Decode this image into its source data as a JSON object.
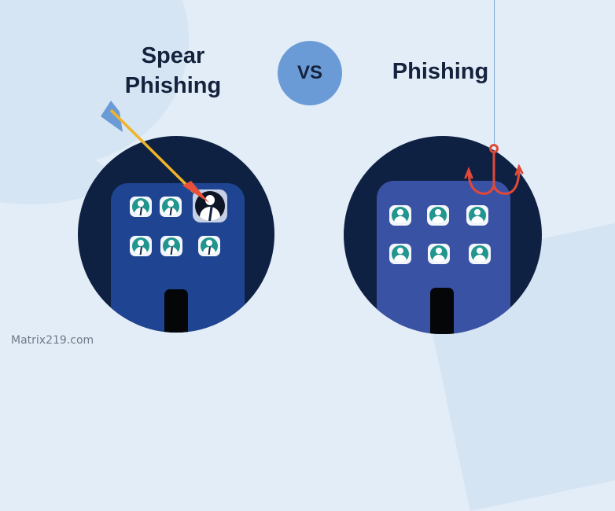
{
  "titles": {
    "left_line1": "Spear",
    "left_line2": "Phishing",
    "versus": "VS",
    "right": "Phishing"
  },
  "watermark": "Matrix219.com",
  "icons": {
    "left_scene": [
      "building-icon",
      "arrow-icon",
      "target-user-icon",
      "user-icon"
    ],
    "right_scene": [
      "building-icon",
      "fishing-hook-icon",
      "user-icon"
    ]
  },
  "left_building": {
    "windows": 6,
    "targeted_windows": 1
  },
  "right_building": {
    "windows": 6
  },
  "colors": {
    "background": "#e3edf8",
    "circle": "#0e2142",
    "building_left": "#1f4592",
    "building_right": "#3a52a4",
    "vs_badge": "#6b9bd6",
    "arrow_shaft": "#f0b429",
    "arrow_head": "#e8503a",
    "arrow_fletching": "#6b9bd6",
    "hook": "#e0493a",
    "avatar": "#21958e",
    "title_text": "#14223d"
  }
}
